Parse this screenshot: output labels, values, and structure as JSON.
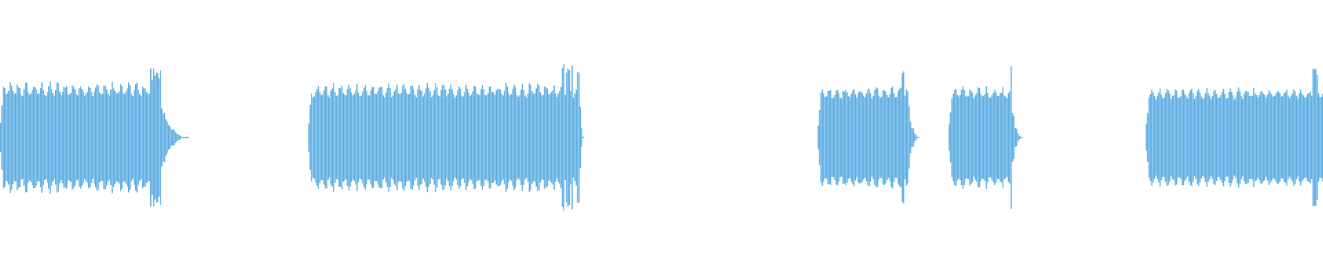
{
  "chart_data": {
    "type": "area",
    "title": "",
    "xlabel": "",
    "ylabel": "",
    "grid": false,
    "legend": "none",
    "color": "#5dade2",
    "ylim": [
      -1,
      1
    ],
    "xlim": [
      0,
      1
    ],
    "segments": [
      {
        "start": 0.0,
        "end": 0.121,
        "tail_end": 0.142,
        "peak": 0.95,
        "typical": 0.72
      },
      {
        "start": 0.233,
        "end": 0.438,
        "tail_end": 0.441,
        "peak": 1.0,
        "typical": 0.7
      },
      {
        "start": 0.618,
        "end": 0.686,
        "tail_end": 0.695,
        "peak": 0.98,
        "typical": 0.66
      },
      {
        "start": 0.717,
        "end": 0.764,
        "tail_end": 0.773,
        "peak": 0.96,
        "typical": 0.66
      },
      {
        "start": 0.866,
        "end": 1.0,
        "tail_end": 1.0,
        "peak": 0.92,
        "typical": 0.64
      }
    ]
  }
}
